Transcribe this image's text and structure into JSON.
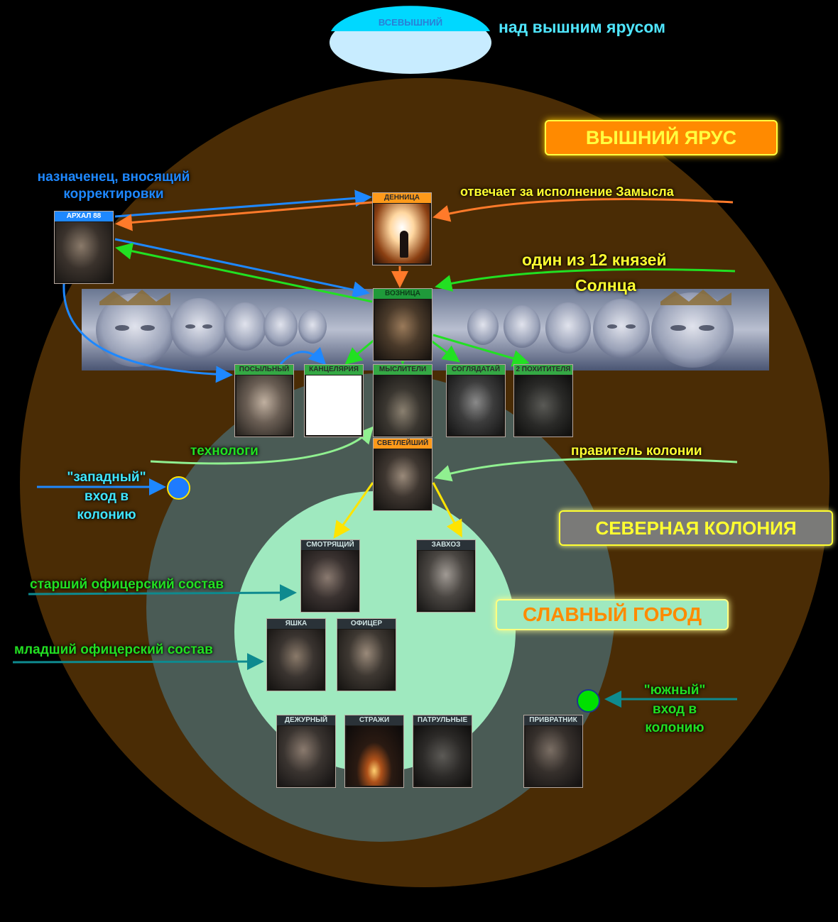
{
  "top": {
    "supreme_label": "ВСЕВЫШНИЙ",
    "above_tier": "над вышним ярусом"
  },
  "zones": {
    "upper_tier": "ВЫШНИЙ ЯРУС",
    "north_colony": "СЕВЕРНАЯ КОЛОНИЯ",
    "glorious_city": "СЛАВНЫЙ ГОРОД"
  },
  "annotations": {
    "appointee": "назначенец, вносящий\nкорректировки",
    "plan": "отвечает за исполнение Замысла",
    "prince_line1": "один из 12 князей",
    "prince_line2": "Солнца",
    "technologists": "технологи",
    "colony_ruler": "правитель колонии",
    "west_entrance": "\"западный\"\nвход в\nколонию",
    "senior_officers": "старший офицерский состав",
    "junior_officers": "младший офицерский состав",
    "south_entrance": "\"южный\"\nвход в\nколонию"
  },
  "nodes": {
    "archal": "АРХАЛ 88",
    "dennitsa": "ДЕННИЦА",
    "voznitsa": "ВОЗНИЦА",
    "posylny": "ПОСЫЛЬНЫЙ",
    "kantselyaria": "КАНЦЕЛЯРИЯ",
    "mysliteli": "МЫСЛИТЕЛИ",
    "soglyadatay": "СОГЛЯДАТАЙ",
    "pokhititelya": "2 ПОХИТИТЕЛЯ",
    "svetleyshiy": "СВЕТЛЕЙШИЙ",
    "smotryashchiy": "СМОТРЯЩИЙ",
    "zavkhoz": "ЗАВХОЗ",
    "yashka": "ЯШКА",
    "ofitser": "ОФИЦЕР",
    "dezhurny": "ДЕЖУРНЫЙ",
    "strazhi": "СТРАЖИ",
    "patrulnye": "ПАТРУЛЬНЫЕ",
    "privratnik": "ПРИВРАТНИК"
  },
  "colors": {
    "background": "#000000",
    "upper_tier_circle": "#4a2c05",
    "north_colony_circle": "#4a5b55",
    "city_circle": "#9fe9bf",
    "supreme_ellipse": "#c8ecff",
    "orange_label": "#ff8a00",
    "arrow_blue": "#1e88ff",
    "arrow_orange": "#ff7a2a",
    "arrow_green": "#22e022",
    "arrow_yellow": "#ffe400",
    "arrow_teal": "#0e8a8f",
    "west_dot": "#1e7bff",
    "south_dot": "#00e000"
  }
}
